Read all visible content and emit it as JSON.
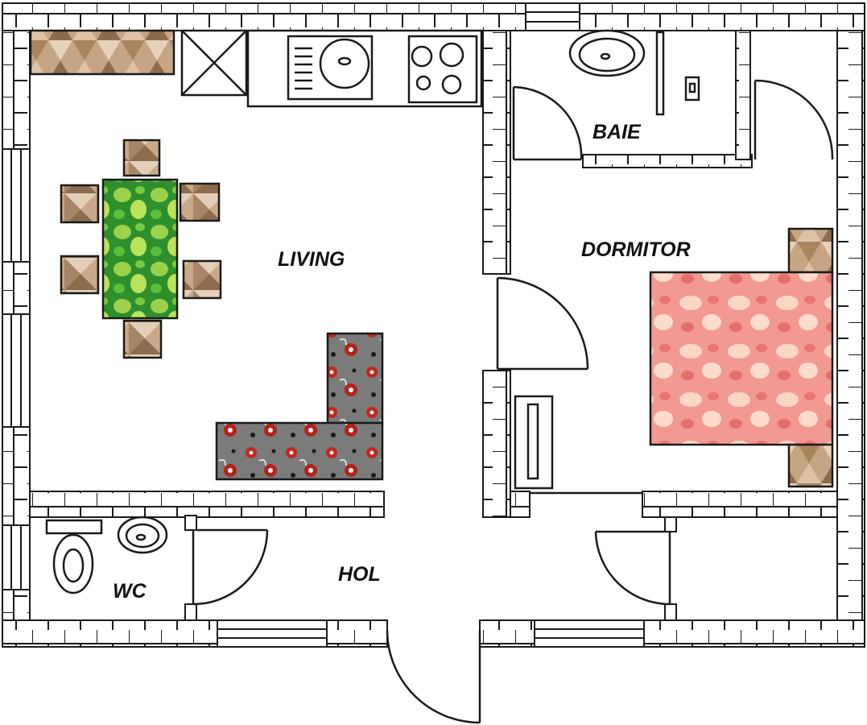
{
  "rooms": {
    "living": "LIVING",
    "dormitor": "DORMITOR",
    "baie": "BAIE",
    "hol": "HOL",
    "wc": "WC"
  },
  "colors": {
    "wall_stroke": "#1a1a1a",
    "brick_fill": "#ffffff",
    "chair_light": "#d9c2a5",
    "chair_dark": "#8a6a4d",
    "table_green": "#3fa83a",
    "table_light": "#b5e05a",
    "sofa_gray": "#7a7a7a",
    "sofa_flower": "#c0281e",
    "bed_pink": "#f08a88",
    "bed_light": "#fbd3c0"
  },
  "icons": [
    "brick-wall",
    "door-swing",
    "window",
    "sink",
    "stove",
    "shower",
    "toilet",
    "dining-table",
    "chair",
    "sofa",
    "bed",
    "wardrobe"
  ]
}
